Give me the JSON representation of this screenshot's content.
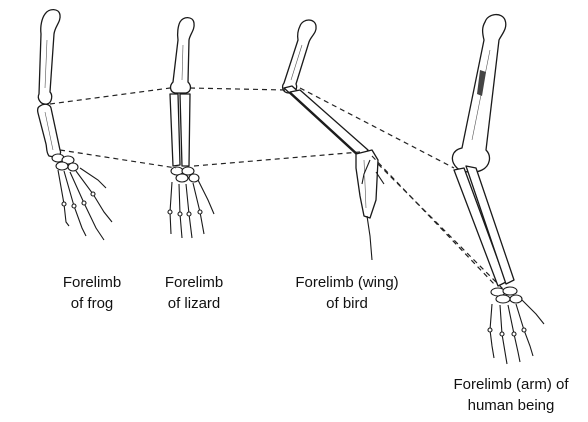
{
  "captions": {
    "frog": {
      "line1": "Forelimb",
      "line2": "of frog"
    },
    "lizard": {
      "line1": "Forelimb",
      "line2": "of lizard"
    },
    "bird": {
      "line1": "Forelimb (wing)",
      "line2": "of bird"
    },
    "human": {
      "line1": "Forelimb (arm) of",
      "line2": "human being"
    }
  }
}
